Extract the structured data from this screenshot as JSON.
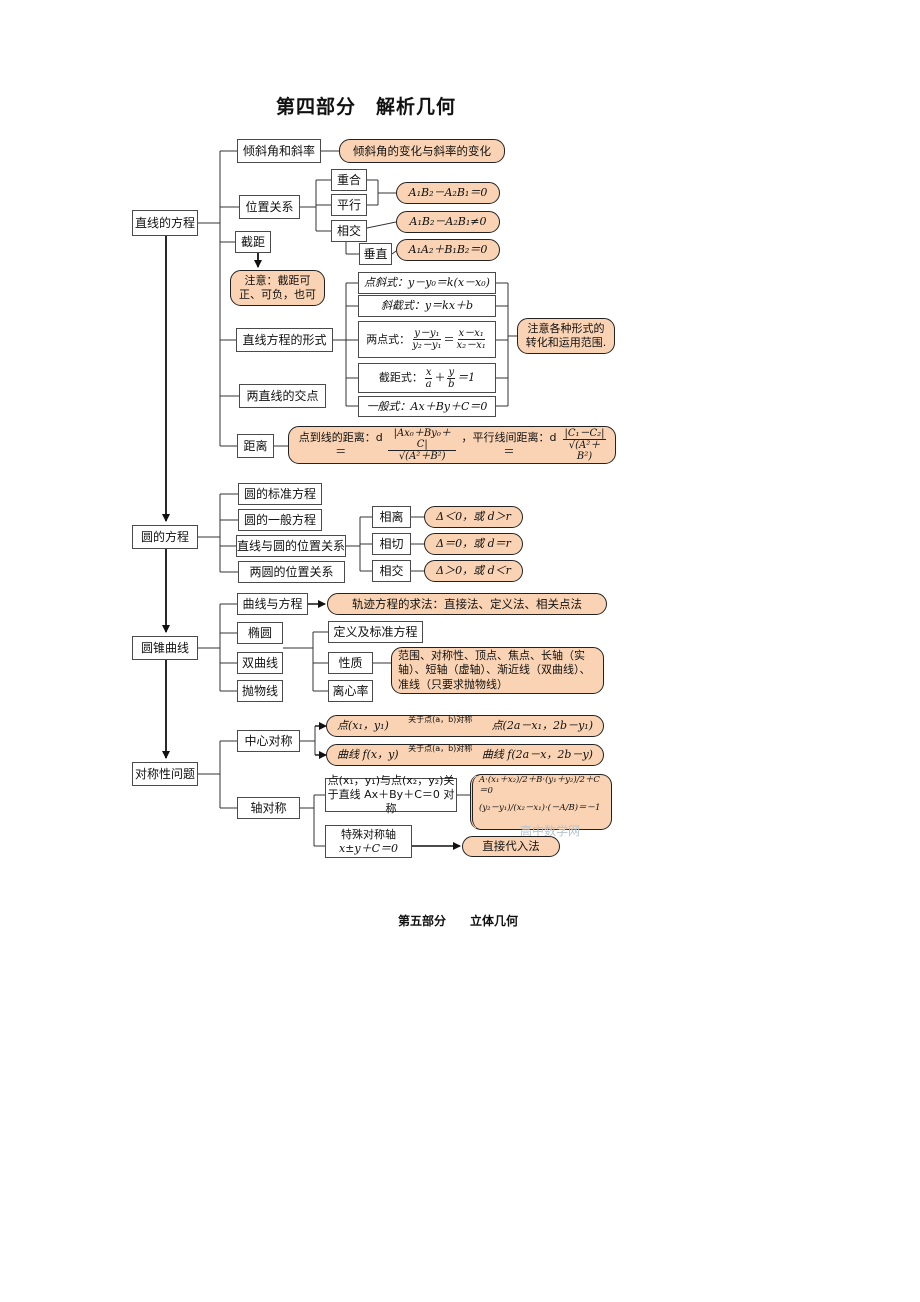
{
  "page_title": "第四部分　解析几何",
  "footer_title": "第五部分　　立体几何",
  "watermark": "高中数学网",
  "line": {
    "root": "直线的方程",
    "incline": "倾斜角和斜率",
    "incline_note": "倾斜角的变化与斜率的变化",
    "position": "位置关系",
    "coincide": "重合",
    "parallel": "平行",
    "intersect": "相交",
    "perpendicular": "垂直",
    "eq_coincide": "A₁B₂－A₂B₁＝0",
    "eq_intersect": "A₁B₂－A₂B₁≠0",
    "eq_perpendicular": "A₁A₂＋B₁B₂＝0",
    "intercept": "截距",
    "intercept_note": "注意：截距可正、可负，也可",
    "forms": "直线方程的形式",
    "point_slope": "点斜式：y－y₀＝k(x－x₀)",
    "slope_intercept": "斜截式：y＝kx＋b",
    "two_point_label": "两点式：",
    "two_point_l_num": "y－y₁",
    "two_point_l_den": "y₂－y₁",
    "two_point_r_num": "x－x₁",
    "two_point_r_den": "x₂－x₁",
    "intercept_form_label": "截距式：",
    "intercept_form_a": "a",
    "intercept_form_b": "b",
    "intercept_form_tail": "＝1",
    "general": "一般式：Ax＋By＋C＝0",
    "forms_note": "注意各种形式的转化和运用范围.",
    "intersection": "两直线的交点",
    "distance": "距离",
    "distance_point_label": "点到线的距离：d＝",
    "distance_point_num": "|Ax₀＋By₀＋C|",
    "distance_point_den": "√(A²＋B²)",
    "distance_parallel_label": "，平行线间距离：d＝",
    "distance_parallel_num": "|C₁－C₂|",
    "distance_parallel_den": "√(A²＋B²)"
  },
  "circle": {
    "root": "圆的方程",
    "standard": "圆的标准方程",
    "general": "圆的一般方程",
    "line_circle": "直线与圆的位置关系",
    "circle_circle": "两圆的位置关系",
    "apart": "相离",
    "tangent": "相切",
    "cross": "相交",
    "apart_cond": "Δ＜0，或 d＞r",
    "tangent_cond": "Δ＝0，或 d＝r",
    "cross_cond": "Δ＞0，或 d＜r"
  },
  "conic": {
    "root": "圆锥曲线",
    "curve_eq": "曲线与方程",
    "curve_eq_note": "轨迹方程的求法：直接法、定义法、相关点法",
    "ellipse": "椭圆",
    "hyperbola": "双曲线",
    "parabola": "抛物线",
    "definition": "定义及标准方程",
    "properties": "性质",
    "eccentricity": "离心率",
    "properties_note": "范围、对称性、顶点、焦点、长轴（实轴）、短轴（虚轴）、渐近线（双曲线）、准线（只要求抛物线）"
  },
  "symmetry": {
    "root": "对称性问题",
    "center": "中心对称",
    "center_point_from": "点(x₁，y₁)",
    "center_point_arrow": "关于点(a，b)对称",
    "center_point_to": "点(2a－x₁，2b－y₁)",
    "center_curve_from": "曲线 f(x，y)",
    "center_curve_arrow": "关于点(a，b)对称",
    "center_curve_to": "曲线 f(2a－x，2b－y)",
    "axis": "轴对称",
    "axis_pair": "点(x₁，y₁)与点(x₂，y₂)关于直线 Ax＋By＋C＝0 对称",
    "axis_cond_1": "A·(x₁＋x₂)/2＋B·(y₁＋y₂)/2＋C＝0",
    "axis_cond_2": "(y₂－y₁)/(x₂－x₁)·(－A/B)＝－1",
    "special_axis": "特殊对称轴",
    "special_axis_eq": "x±y＋C＝0",
    "special_note": "直接代入法"
  }
}
